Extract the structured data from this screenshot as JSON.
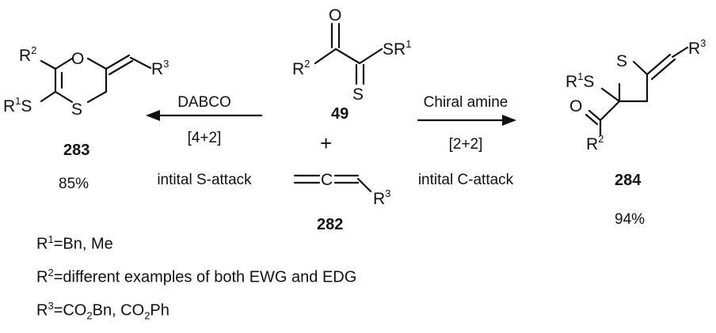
{
  "reagent": {
    "compound_number": "49",
    "atoms": {
      "O": "O",
      "S_thione": "S",
      "S_ester": "SR",
      "S_ester_sup": "1",
      "R": "R",
      "R_sup": "2"
    }
  },
  "plus": "+",
  "allene": {
    "compound_number": "282",
    "atoms": {
      "C": "C",
      "R": "R",
      "R_sup": "3"
    }
  },
  "left_arrow": {
    "reagent": "DABCO",
    "cycloaddition": "[4+2]",
    "mode": "intital S-attack"
  },
  "right_arrow": {
    "reagent": "Chiral amine",
    "cycloaddition": "[2+2]",
    "mode": "intital C-attack"
  },
  "product_left": {
    "compound_number": "283",
    "yield": "85%",
    "atoms": {
      "R2": "R",
      "R2_sup": "2",
      "O": "O",
      "R3": "R",
      "R3_sup": "3",
      "R1S": "R",
      "R1S_sup": "1",
      "R1S_tail": "S",
      "S_ring": "S"
    }
  },
  "product_right": {
    "compound_number": "284",
    "yield": "94%",
    "atoms": {
      "S_ring": "S",
      "R3": "R",
      "R3_sup": "3",
      "R1S": "R",
      "R1S_sup": "1",
      "R1S_tail": "S",
      "O": "O",
      "R2": "R",
      "R2_sup": "2"
    }
  },
  "notes": [
    {
      "r": "R",
      "sup": "1",
      "text": "=Bn, Me"
    },
    {
      "r": "R",
      "sup": "2",
      "text": "=different examples of both EWG and EDG"
    },
    {
      "r": "R",
      "sup": "3",
      "parts": [
        "=CO",
        "2",
        "Bn, CO",
        "2",
        "Ph"
      ]
    }
  ]
}
